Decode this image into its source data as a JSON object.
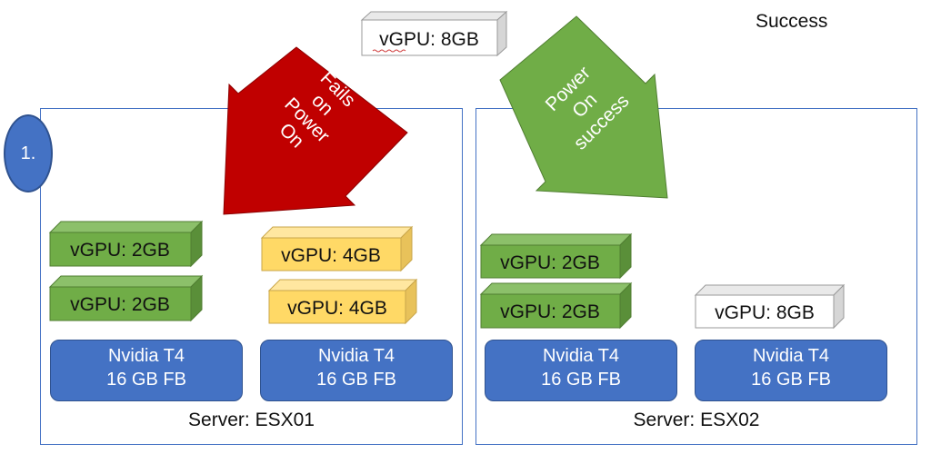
{
  "status": "Success",
  "step_badge": "1.",
  "floating_vgpu": "vGPU: 8GB",
  "fail_arrow": {
    "lines": [
      "Fails",
      "on",
      "Power",
      "On"
    ],
    "color": "#C00000"
  },
  "success_arrow": {
    "lines": [
      "Power",
      "On",
      "success"
    ],
    "color": "#70AD47"
  },
  "servers": [
    {
      "name": "Server: ESX01",
      "gpus": [
        {
          "line1": "Nvidia T4",
          "line2": "16 GB FB"
        },
        {
          "line1": "Nvidia T4",
          "line2": "16 GB FB"
        }
      ],
      "vgpus": [
        "vGPU: 2GB",
        "vGPU: 2GB",
        "vGPU: 4GB",
        "vGPU: 4GB"
      ]
    },
    {
      "name": "Server: ESX02",
      "gpus": [
        {
          "line1": "Nvidia T4",
          "line2": "16 GB FB"
        },
        {
          "line1": "Nvidia T4",
          "line2": "16 GB FB"
        }
      ],
      "vgpus": [
        "vGPU: 2GB",
        "vGPU: 2GB",
        "vGPU: 8GB"
      ]
    }
  ],
  "colors": {
    "gpu": "#4472C4",
    "vgpu_2gb": "#70AD47",
    "vgpu_4gb": "#FFD966",
    "vgpu_8gb": "#FFFFFF",
    "server_border": "#4472C4"
  }
}
